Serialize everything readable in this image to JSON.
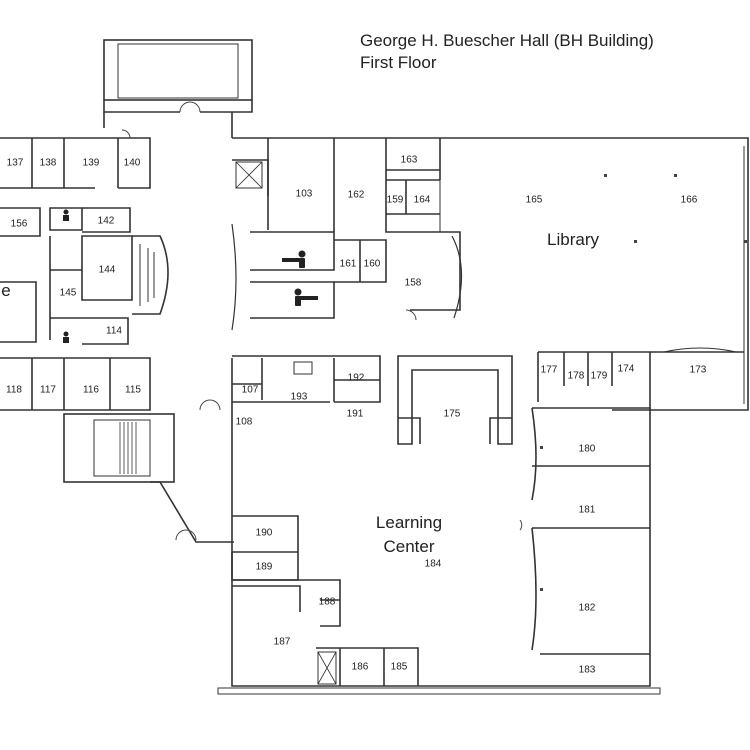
{
  "header": {
    "building": "George H. Buescher Hall (BH Building)",
    "floor": "First Floor"
  },
  "areas": {
    "library": "Library",
    "learning_center_line1": "Learning",
    "learning_center_line2": "Center",
    "left_partial": "e"
  },
  "rooms": [
    "137",
    "138",
    "139",
    "140",
    "156",
    "142",
    "144",
    "145",
    "114",
    "118",
    "117",
    "116",
    "115",
    "103",
    "162",
    "163",
    "159",
    "164",
    "161",
    "160",
    "158",
    "165",
    "166",
    "107",
    "193",
    "192",
    "191",
    "108",
    "175",
    "177",
    "178",
    "179",
    "174",
    "173",
    "180",
    "181",
    "182",
    "183",
    "184",
    "190",
    "189",
    "188",
    "187",
    "186",
    "185"
  ],
  "icons": {
    "restroom": "restroom-icon",
    "elevator": "elevator-icon",
    "stairs": "stairs-icon"
  }
}
